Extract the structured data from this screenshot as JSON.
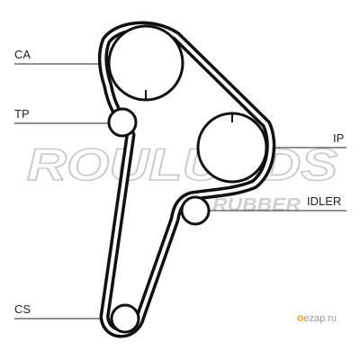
{
  "labels": {
    "ca": "CA",
    "tp": "TP",
    "ip": "IP",
    "idler": "IDLER",
    "cs": "CS"
  },
  "watermark": {
    "brand": "ROULUNDS",
    "sub": "RUBBER",
    "source_prefix": "o",
    "source_rest": "ezap.ru"
  },
  "colors": {
    "belt": "#111111",
    "pulley": "#111111",
    "leader": "#222222",
    "watermark": "#c9c9c9",
    "source_accent": "#f0a500"
  }
}
